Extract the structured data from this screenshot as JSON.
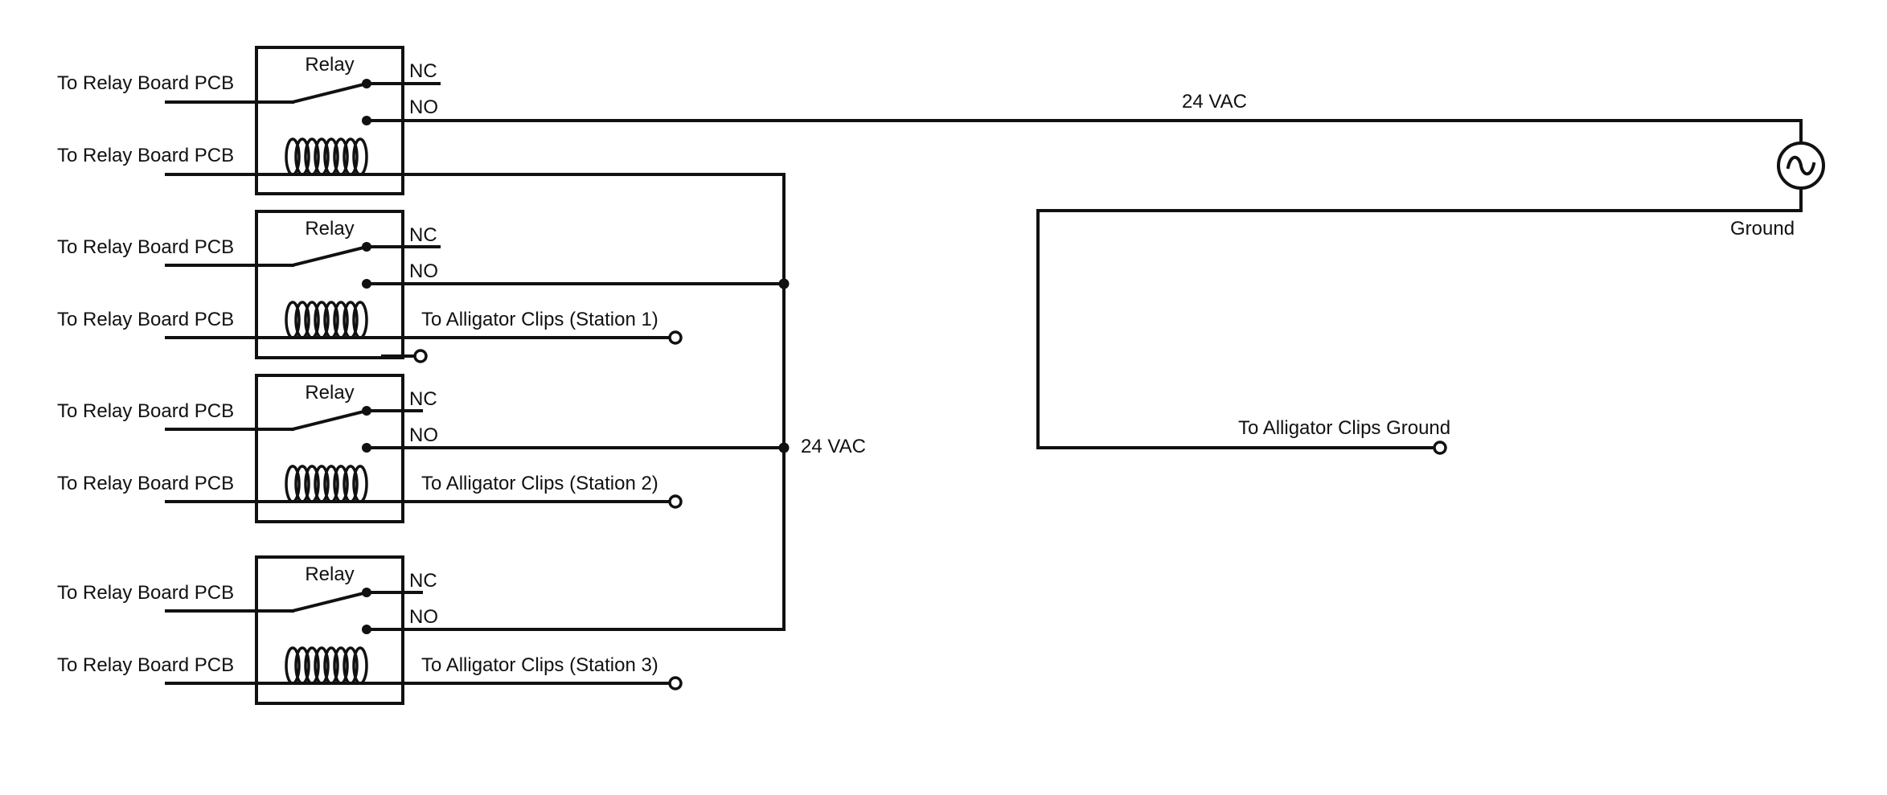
{
  "relays": [
    {
      "title": "Relay",
      "switch_label": "To Relay Board PCB",
      "coil_label": "To Relay Board PCB",
      "nc": "NC",
      "no": "NO",
      "output_label": ""
    },
    {
      "title": "Relay",
      "switch_label": "To Relay Board PCB",
      "coil_label": "To Relay Board PCB",
      "nc": "NC",
      "no": "NO",
      "output_label": "To Alligator Clips (Station 1)"
    },
    {
      "title": "Relay",
      "switch_label": "To Relay Board PCB",
      "coil_label": "To Relay Board PCB",
      "nc": "NC",
      "no": "NO",
      "output_label": "To Alligator Clips (Station 2)"
    },
    {
      "title": "Relay",
      "switch_label": "To Relay Board PCB",
      "coil_label": "To Relay Board PCB",
      "nc": "NC",
      "no": "NO",
      "output_label": "To Alligator Clips (Station 3)"
    }
  ],
  "bus_label": "24 VAC",
  "supply_label": "24 VAC",
  "ground_label": "Ground",
  "ground_clip_label": "To Alligator Clips Ground"
}
